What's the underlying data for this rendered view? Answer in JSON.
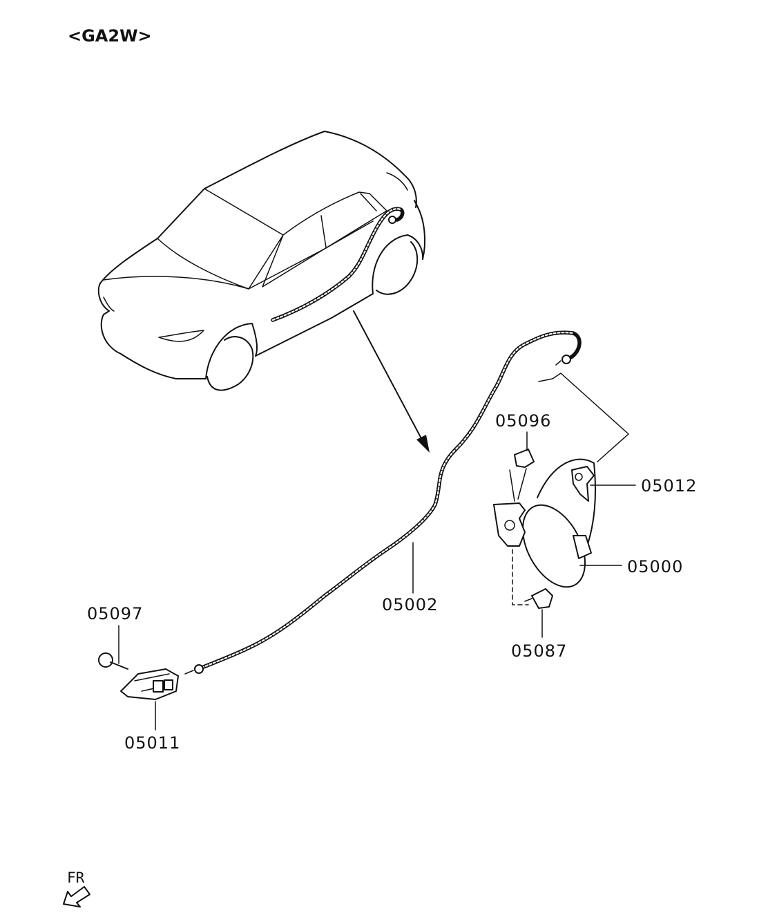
{
  "title": "<GA2W>",
  "orientation": "FR",
  "labels": {
    "p05096": "05096",
    "p05012": "05012",
    "p05000": "05000",
    "p05002": "05002",
    "p05087": "05087",
    "p05097": "05097",
    "p05011": "05011"
  },
  "icons": {
    "orientation_arrow": "arrow-down-left-icon"
  }
}
